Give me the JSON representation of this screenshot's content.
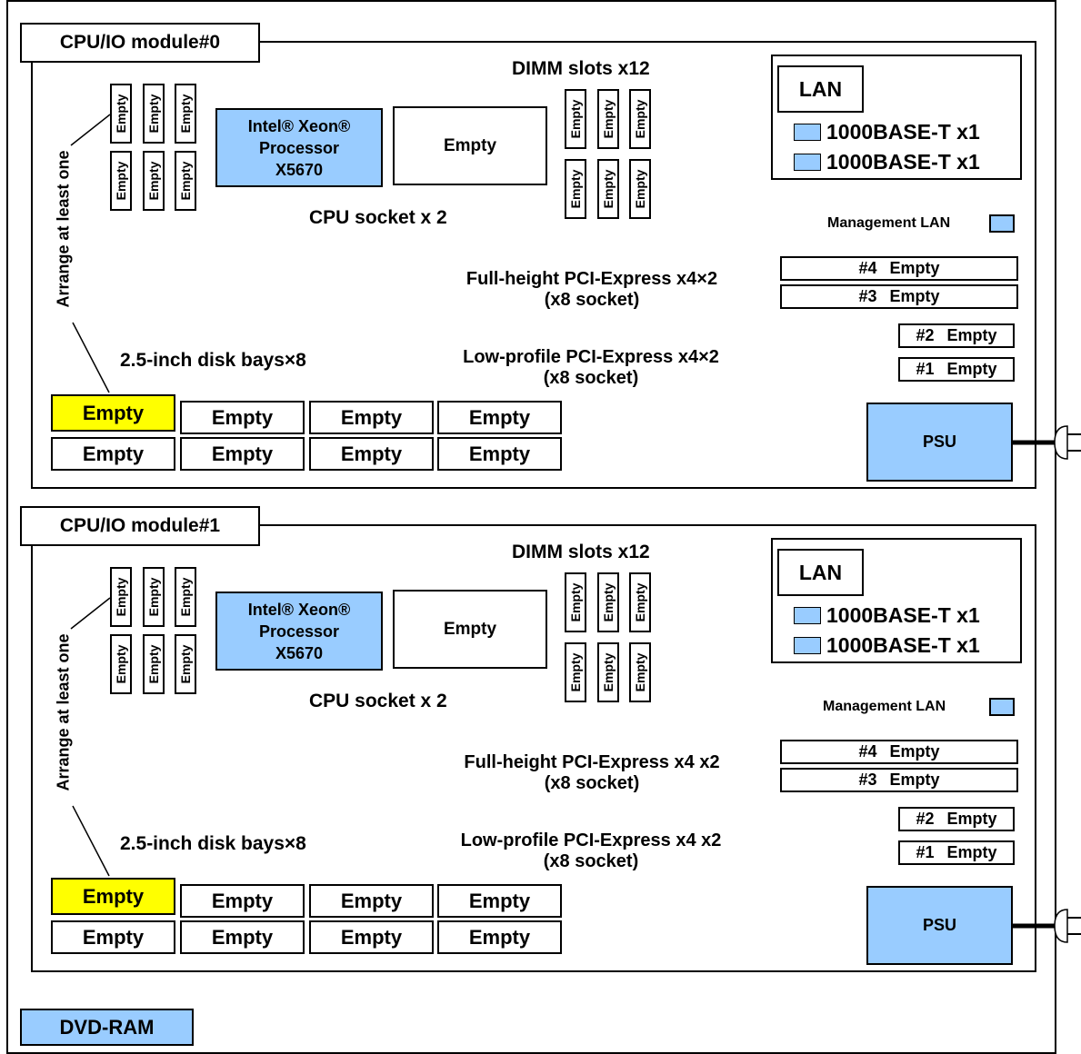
{
  "modules": [
    {
      "label": "CPU/IO module#0",
      "dimm_title": "DIMM slots x12",
      "cpu1": [
        "Intel® Xeon®",
        "Processor",
        "X5670"
      ],
      "cpu2": "Empty",
      "cpu_socket_label": "CPU socket x 2",
      "arrange_note": "Arrange at least one",
      "dimm_slot_text": "Empty",
      "lan": {
        "title": "LAN",
        "ports": [
          "1000BASE-T x1",
          "1000BASE-T x1"
        ]
      },
      "mgmt_lan": "Management LAN",
      "full_height": [
        "Full-height  PCI-Express x4×2",
        "(x8 socket)"
      ],
      "low_profile": [
        "Low-profile  PCI-Express x4×2",
        "(x8 socket)"
      ],
      "disk_title": "2.5-inch disk bays×8",
      "disks": [
        "Empty",
        "Empty",
        "Empty",
        "Empty",
        "Empty",
        "Empty",
        "Empty",
        "Empty"
      ],
      "pci_slots": [
        {
          "num": "#4",
          "state": "Empty"
        },
        {
          "num": "#3",
          "state": "Empty"
        },
        {
          "num": "#2",
          "state": "Empty"
        },
        {
          "num": "#1",
          "state": "Empty"
        }
      ],
      "psu": "PSU"
    },
    {
      "label": "CPU/IO module#1",
      "dimm_title": "DIMM slots x12",
      "cpu1": [
        "Intel® Xeon®",
        "Processor",
        "X5670"
      ],
      "cpu2": "Empty",
      "cpu_socket_label": "CPU socket x 2",
      "arrange_note": "Arrange at least one",
      "dimm_slot_text": "Empty",
      "lan": {
        "title": "LAN",
        "ports": [
          "1000BASE-T x1",
          "1000BASE-T x1"
        ]
      },
      "mgmt_lan": "Management LAN",
      "full_height": [
        "Full-height  PCI-Express x4 x2",
        "(x8 socket)"
      ],
      "low_profile": [
        "Low-profile  PCI-Express x4 x2",
        "(x8 socket)"
      ],
      "disk_title": "2.5-inch disk bays×8",
      "disks": [
        "Empty",
        "Empty",
        "Empty",
        "Empty",
        "Empty",
        "Empty",
        "Empty",
        "Empty"
      ],
      "pci_slots": [
        {
          "num": "#4",
          "state": "Empty"
        },
        {
          "num": "#3",
          "state": "Empty"
        },
        {
          "num": "#2",
          "state": "Empty"
        },
        {
          "num": "#1",
          "state": "Empty"
        }
      ],
      "psu": "PSU"
    }
  ],
  "dvd": "DVD-RAM",
  "colors": {
    "installed": "#99ccff",
    "highlight": "#ffff00",
    "empty": "#ffffff"
  }
}
